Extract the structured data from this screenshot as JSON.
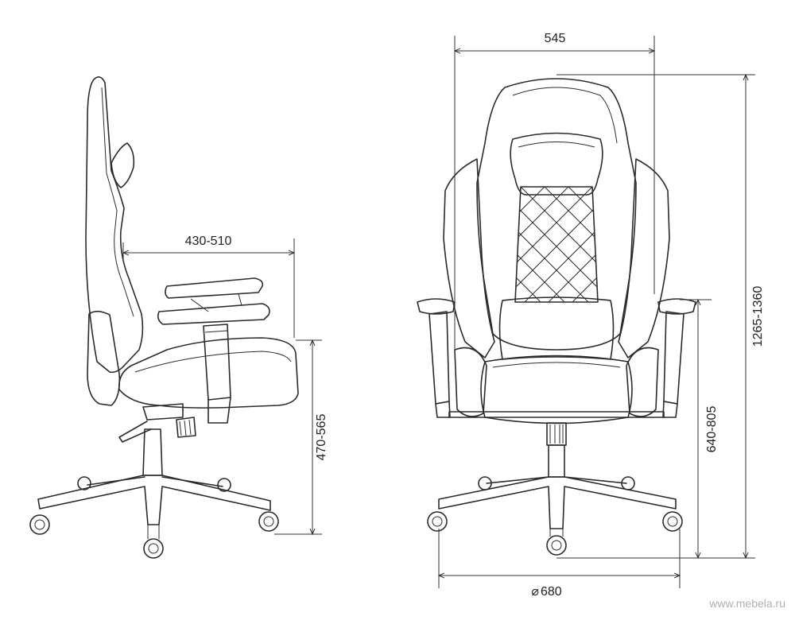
{
  "dimensions": {
    "depth": "430-510",
    "seat_height": "470-565",
    "width": "545",
    "total_height": "1265-1360",
    "armrest_height": "640-805",
    "base_diameter": "680",
    "diameter_symbol": "⌀"
  },
  "watermark": "www.mebela.ru",
  "colors": {
    "line": "#2b2b2b",
    "watermark": "#b0b0b0"
  }
}
